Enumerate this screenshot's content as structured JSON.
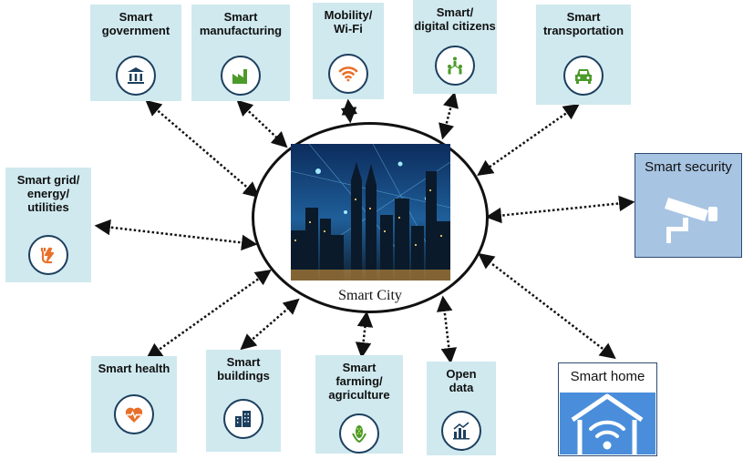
{
  "hub": {
    "label": "Smart City"
  },
  "nodes": [
    {
      "id": "gov",
      "label": "Smart\ngovernment",
      "icon": "bank-icon",
      "icon_color": "#1c3f5e"
    },
    {
      "id": "mfg",
      "label": "Smart\nmanufacturing",
      "icon": "factory-icon",
      "icon_color": "#4c9a2a"
    },
    {
      "id": "wifi",
      "label": "Mobility/\nWi-Fi",
      "icon": "wifi-icon",
      "icon_color": "#e8702a"
    },
    {
      "id": "citizens",
      "label": "Smart/\ndigital citizens",
      "icon": "people-icon",
      "icon_color": "#4c9a2a"
    },
    {
      "id": "transport",
      "label": "Smart\ntransportation",
      "icon": "car-icon",
      "icon_color": "#4c9a2a"
    },
    {
      "id": "grid",
      "label": "Smart grid/\nenergy/\nutilities",
      "icon": "plug-bolt-icon",
      "icon_color": "#e8702a"
    },
    {
      "id": "health",
      "label": "Smart health",
      "icon": "heart-pulse-icon",
      "icon_color": "#e8702a"
    },
    {
      "id": "buildings",
      "label": "Smart\nbuildings",
      "icon": "buildings-icon",
      "icon_color": "#1c3f5e"
    },
    {
      "id": "farming",
      "label": "Smart\nfarming/\nagriculture",
      "icon": "corn-icon",
      "icon_color": "#4c9a2a"
    },
    {
      "id": "opendata",
      "label": "Open\ndata",
      "icon": "bar-chart-icon",
      "icon_color": "#1c3f5e"
    }
  ],
  "highlight_nodes": [
    {
      "id": "security",
      "label": "Smart security",
      "icon": "cctv-camera-icon"
    },
    {
      "id": "home",
      "label": "Smart home",
      "icon": "house-wifi-icon"
    }
  ],
  "colors": {
    "box_fill": "#cfe9ef",
    "security_fill": "#a8c4e3",
    "home_fill": "#4a8edb",
    "connector": "#111111"
  }
}
